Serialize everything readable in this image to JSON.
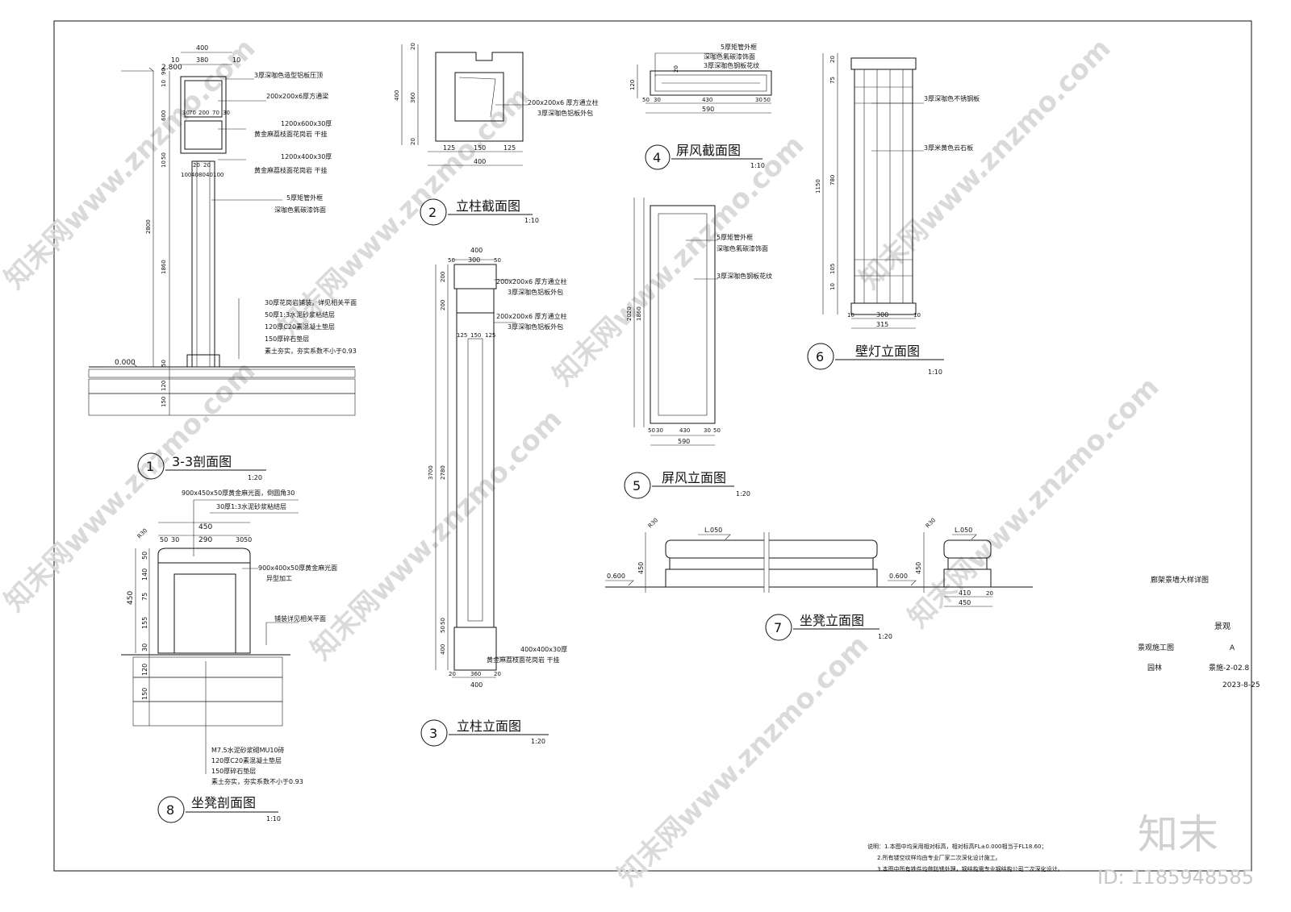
{
  "drawing": {
    "sheet_title": "廊架景墙大样详图",
    "discipline": "景观",
    "stage": "景观施工图",
    "revision": "A",
    "category": "园林",
    "sheet_number": "景施-2-02.8",
    "date": "2023-8-25"
  },
  "views": [
    {
      "num": "1",
      "title": "3-3剖面图",
      "scale": "1:20"
    },
    {
      "num": "2",
      "title": "立柱截面图",
      "scale": "1:10"
    },
    {
      "num": "3",
      "title": "立柱立面图",
      "scale": "1:20"
    },
    {
      "num": "4",
      "title": "屏风截面图",
      "scale": "1:10"
    },
    {
      "num": "5",
      "title": "屏风立面图",
      "scale": "1:20"
    },
    {
      "num": "6",
      "title": "壁灯立面图",
      "scale": "1:10"
    },
    {
      "num": "7",
      "title": "坐凳立面图",
      "scale": "1:20"
    },
    {
      "num": "8",
      "title": "坐凳剖面图",
      "scale": "1:10"
    }
  ],
  "section1": {
    "elev_top": "2.800",
    "elev_bottom": "0.000",
    "labels": [
      "3厚深咖色造型铝板压顶",
      "200x200x6厚方通梁",
      "1200x600x30厚",
      "黄金麻荔枝面花岗岩 干挂",
      "1200x400x30厚",
      "黄金麻荔枝面花岗岩 干挂",
      "5厚矩管外框",
      "深咖色氟碳漆饰面"
    ],
    "layers": [
      "30厚花岗岩铺装，详见相关平面",
      "50厚1:3水泥砂浆粘结层",
      "120厚C20素混凝土垫层",
      "150厚碎石垫层",
      "素土夯实，夯实系数不小于0.93"
    ],
    "dims_top": [
      "400",
      "380",
      "10",
      "10"
    ],
    "dims_mid": [
      "30",
      "70",
      "200",
      "70",
      "30"
    ],
    "dims_low": [
      "20",
      "20",
      "100",
      "40",
      "80",
      "40",
      "100"
    ],
    "dims_side": [
      "90",
      "10",
      "600",
      "50",
      "10",
      "2800",
      "1860",
      "50",
      "120",
      "150"
    ]
  },
  "section2": {
    "labels": [
      "200x200x6 厚方通立柱",
      "3厚深咖色铝板外包"
    ],
    "dims": [
      "125",
      "150",
      "125",
      "400",
      "20",
      "360",
      "20",
      "400"
    ]
  },
  "section3": {
    "labels": [
      "200x200x6 厚方通立柱",
      "3厚深咖色铝板外包",
      "200x200x6 厚方通立柱",
      "3厚深咖色铝板外包",
      "400x400x30厚",
      "黄金麻荔枝面花岗岩 干挂"
    ],
    "dims": [
      "400",
      "50",
      "300",
      "50",
      "125",
      "150",
      "125",
      "200",
      "200",
      "3700",
      "2780",
      "50",
      "50",
      "400",
      "20",
      "360",
      "20",
      "400"
    ]
  },
  "section4": {
    "labels": [
      "5厚矩管外框",
      "深咖色氟碳漆饰面",
      "3厚深咖色钢板花纹"
    ],
    "dims": [
      "120",
      "20",
      "50",
      "30",
      "430",
      "30",
      "50",
      "590"
    ]
  },
  "section5": {
    "labels": [
      "5厚矩管外框",
      "深咖色氟碳漆饰面",
      "3厚深咖色钢板花纹"
    ],
    "dims": [
      "2020",
      "1860",
      "50",
      "30",
      "430",
      "30",
      "50",
      "590"
    ]
  },
  "section6": {
    "labels": [
      "3厚深咖色不锈钢板",
      "3厚米黄色云石板"
    ],
    "dims": [
      "1150",
      "780",
      "300",
      "315",
      "10",
      "10",
      "20",
      "75",
      "10",
      "105"
    ]
  },
  "section7": {
    "elev_top": "L.050",
    "elev_ground": "0.600",
    "dims": [
      "R30",
      "450",
      "410",
      "20",
      "450"
    ]
  },
  "section8": {
    "labels": [
      "900x450x50厚黄金麻光面，倒圆角30",
      "30厚1:3水泥砂浆粘结层",
      "900x400x50厚黄金麻光面",
      "异型加工",
      "铺装详见相关平面"
    ],
    "layers": [
      "M7.5水泥砂浆砌MU10砖",
      "120厚C20素混凝土垫层",
      "150厚碎石垫层",
      "素土夯实，夯实系数不小于0.93"
    ],
    "dims": [
      "450",
      "50",
      "30",
      "290",
      "30",
      "50",
      "R30",
      "50",
      "140",
      "75",
      "155",
      "30",
      "120",
      "150"
    ]
  },
  "notes": [
    "说明：1.本图中均采用相对标高，相对标高FL±0.000相当于FL18.60；",
    "2.所有镂空纹样均由专业厂家二次深化设计施工。",
    "3.本图中所有铁件均做防锈处理，钢结构需专业钢结构公司二次深化设计。"
  ],
  "watermark": {
    "text": "znzmo.com",
    "brand": "知末",
    "id": "ID: 1185948585"
  }
}
